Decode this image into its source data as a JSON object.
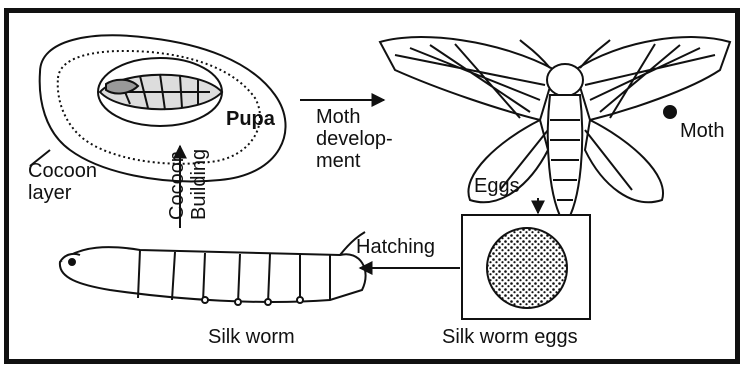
{
  "labels": {
    "pupa": "Pupa",
    "cocoon_layer": [
      "Cocoon",
      "layer"
    ],
    "moth_development": [
      "Moth",
      "develop-",
      "ment"
    ],
    "moth": "Moth",
    "eggs": "Eggs",
    "cocoon_building": [
      "Cocoon",
      "Building"
    ],
    "hatching": "Hatching",
    "silk_worm": "Silk worm",
    "silk_worm_eggs": "Silk worm eggs"
  },
  "colors": {
    "ink": "#111111",
    "paper": "#ffffff"
  }
}
